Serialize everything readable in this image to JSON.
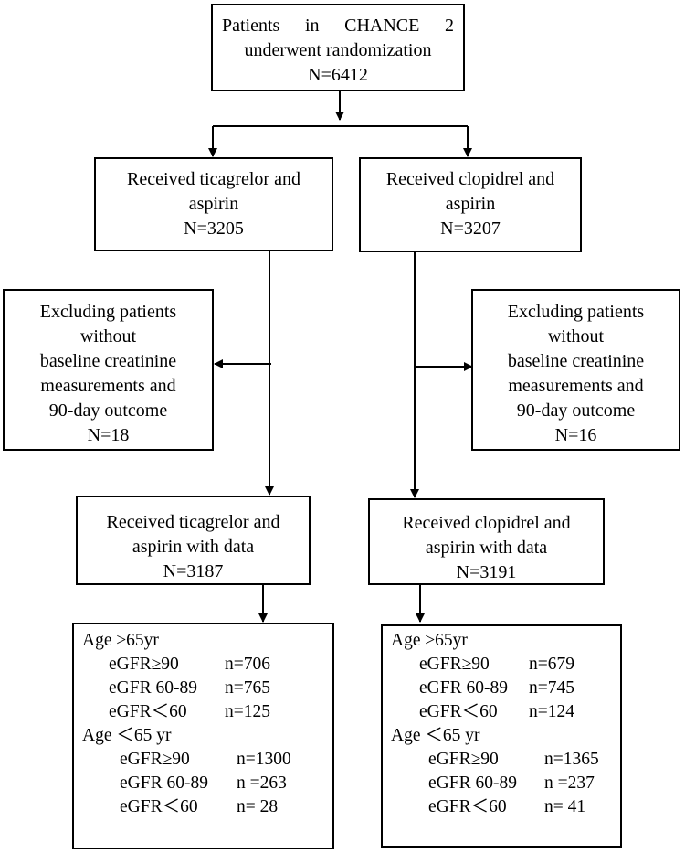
{
  "top": {
    "line1_words": [
      "Patients",
      "in",
      "CHANCE",
      "2"
    ],
    "line2": "underwent randomization",
    "n": "N=6412"
  },
  "arm_left": {
    "lines": [
      "Received ticagrelor and",
      "aspirin"
    ],
    "n": "N=3205"
  },
  "arm_right": {
    "lines": [
      "Received clopidrel and",
      "aspirin"
    ],
    "n": "N=3207"
  },
  "excl_left": {
    "lines": [
      "Excluding patients",
      "without",
      "baseline creatinine",
      "measurements and",
      "90-day outcome"
    ],
    "n": "N=18"
  },
  "excl_right": {
    "lines": [
      "Excluding patients",
      "without",
      "baseline creatinine",
      "measurements and",
      "90-day outcome"
    ],
    "n": "N=16"
  },
  "data_left": {
    "lines": [
      "Received ticagrelor and",
      "aspirin with data"
    ],
    "n": "N=3187"
  },
  "data_right": {
    "lines": [
      "Received clopidrel and",
      "aspirin with data"
    ],
    "n": "N=3191"
  },
  "sub_left": {
    "older_header": "Age ≥65yr",
    "older": [
      {
        "label": "eGFR≥90",
        "value": "n=706"
      },
      {
        "label": "eGFR 60-89",
        "value": "n=765"
      },
      {
        "label": "eGFR＜60",
        "value": "n=125"
      }
    ],
    "younger_header": "Age ＜65 yr",
    "younger": [
      {
        "label": "eGFR≥90",
        "value": "n=1300"
      },
      {
        "label": "eGFR 60-89",
        "value": "n =263"
      },
      {
        "label": "eGFR＜60",
        "value": "n= 28"
      }
    ]
  },
  "sub_right": {
    "older_header": "Age ≥65yr",
    "older": [
      {
        "label": "eGFR≥90",
        "value": "n=679"
      },
      {
        "label": "eGFR 60-89",
        "value": "n=745"
      },
      {
        "label": "eGFR＜60",
        "value": "n=124"
      }
    ],
    "younger_header": "Age ＜65 yr",
    "younger": [
      {
        "label": "eGFR≥90",
        "value": "n=1365"
      },
      {
        "label": "eGFR 60-89",
        "value": "n =237"
      },
      {
        "label": "eGFR＜60",
        "value": "n= 41"
      }
    ]
  }
}
